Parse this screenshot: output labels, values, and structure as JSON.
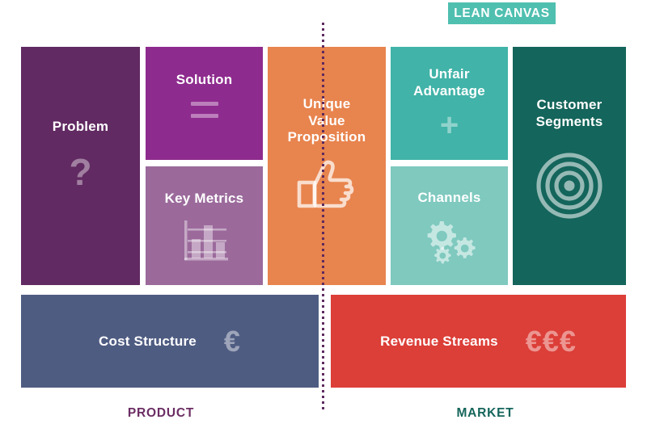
{
  "header": {
    "badge_label": "LEAN CANVAS",
    "badge_color": "#4FBFB0"
  },
  "canvas": {
    "panels": [
      {
        "key": "problem",
        "title": "Problem",
        "icon": "question-mark-icon",
        "icon_glyph": "?",
        "color": "#612A62",
        "side": "product"
      },
      {
        "key": "solution",
        "title": "Solution",
        "icon": "equals-sign-icon",
        "icon_glyph": "=",
        "color": "#8E2B8E",
        "side": "product"
      },
      {
        "key": "key_metrics",
        "title": "Key Metrics",
        "icon": "bar-chart-icon",
        "color": "#9B6A9B",
        "side": "product"
      },
      {
        "key": "unique_value_proposition",
        "title": "Unique Value Proposition",
        "title_lines": [
          "Unique",
          "Value",
          "Proposition"
        ],
        "icon": "thumbs-up-icon",
        "color": "#E8844E",
        "side": "center"
      },
      {
        "key": "unfair_advantage",
        "title": "Unfair Advantage",
        "title_lines": [
          "Unfair",
          "Advantage"
        ],
        "icon": "plus-sign-icon",
        "icon_glyph": "+",
        "color": "#41B3A8",
        "side": "market"
      },
      {
        "key": "channels",
        "title": "Channels",
        "icon": "gears-icon",
        "color": "#7FC9BF",
        "side": "market"
      },
      {
        "key": "customer_segments",
        "title": "Customer Segments",
        "title_lines": [
          "Customer",
          "Segments"
        ],
        "icon": "target-icon",
        "color": "#14655B",
        "side": "market"
      },
      {
        "key": "cost_structure",
        "title": "Cost Structure",
        "icon": "euro-sign-icon",
        "icon_glyph": "€",
        "color": "#4F5C82",
        "side": "product"
      },
      {
        "key": "revenue_streams",
        "title": "Revenue Streams",
        "icon": "euro-signs-icon",
        "icon_glyph": "€€€",
        "color": "#DC3E38",
        "side": "market"
      }
    ]
  },
  "footer": {
    "product_label": "PRODUCT",
    "product_color": "#6B2D63",
    "market_label": "MARKET",
    "market_color": "#14655B"
  },
  "divider": {
    "style": "dotted",
    "color": "#5E2A5E"
  }
}
